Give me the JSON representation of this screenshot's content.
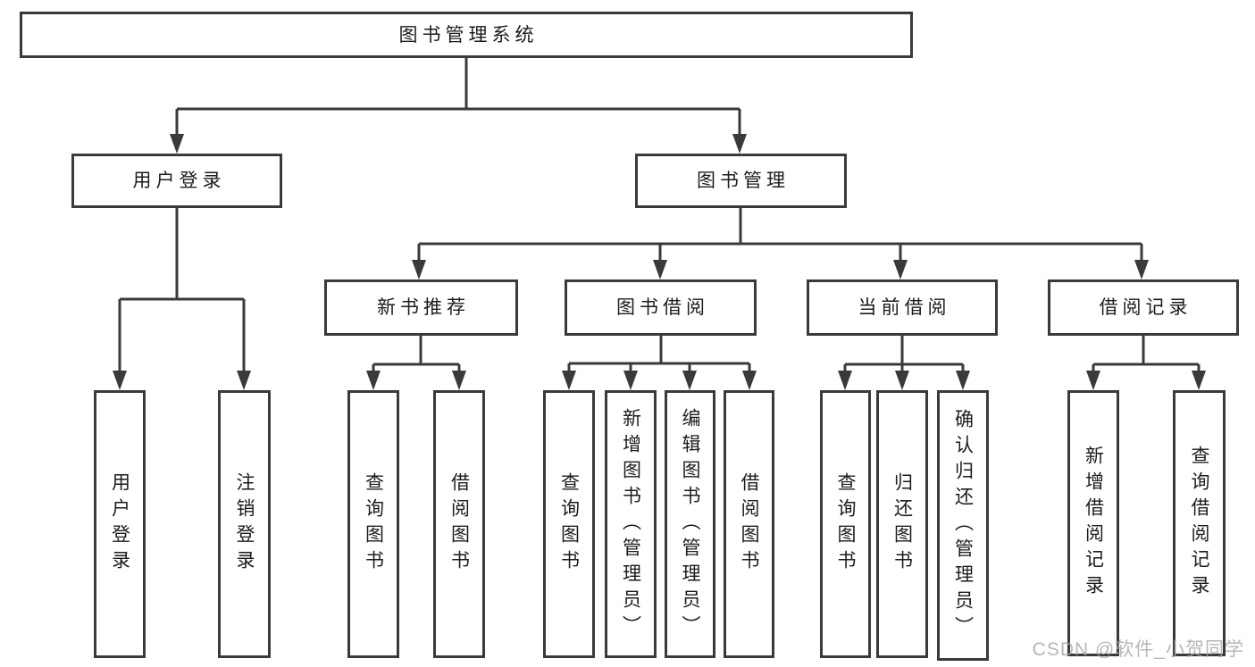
{
  "tree": {
    "root": {
      "label": "图书管理系统"
    },
    "children": [
      {
        "label": "用户登录",
        "children": [
          {
            "label": "用户登录"
          },
          {
            "label": "注销登录"
          }
        ]
      },
      {
        "label": "图书管理",
        "children": [
          {
            "label": "新书推荐",
            "children": [
              {
                "label": "查询图书"
              },
              {
                "label": "借阅图书"
              }
            ]
          },
          {
            "label": "图书借阅",
            "children": [
              {
                "label": "查询图书"
              },
              {
                "label": "新增图书（管理员）"
              },
              {
                "label": "编辑图书（管理员）"
              },
              {
                "label": "借阅图书"
              }
            ]
          },
          {
            "label": "当前借阅",
            "children": [
              {
                "label": "查询图书"
              },
              {
                "label": "归还图书"
              },
              {
                "label": "确认归还（管理员）"
              }
            ]
          },
          {
            "label": "借阅记录",
            "children": [
              {
                "label": "新增借阅记录"
              },
              {
                "label": "查询借阅记录"
              }
            ]
          }
        ]
      }
    ]
  },
  "watermark": {
    "text": "CSDN @软件_小贺同学"
  },
  "colors": {
    "line": "#3a3a3a",
    "text": "#1c1c1c",
    "background": "#ffffff",
    "watermark": "#a5a5a5"
  }
}
